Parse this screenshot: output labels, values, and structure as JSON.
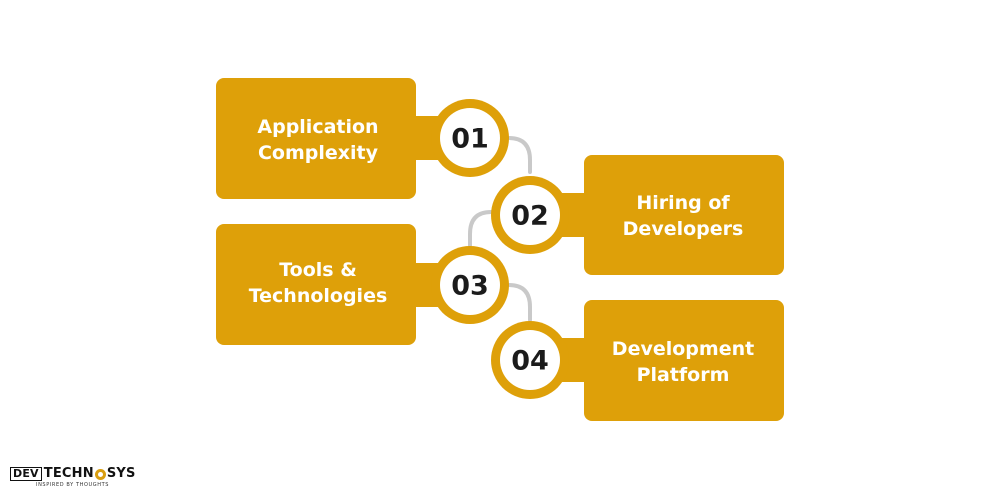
{
  "colors": {
    "accent": "#DEA009",
    "connector": "#C9C9C9",
    "number_text": "#1B1B1B",
    "label_text": "#FFFFFF"
  },
  "steps": [
    {
      "number": "01",
      "line1": "Application",
      "line2": "Complexity",
      "side": "left"
    },
    {
      "number": "02",
      "line1": "Hiring of",
      "line2": "Developers",
      "side": "right"
    },
    {
      "number": "03",
      "line1": "Tools &",
      "line2": "Technologies",
      "side": "left"
    },
    {
      "number": "04",
      "line1": "Development",
      "line2": "Platform",
      "side": "right"
    }
  ],
  "logo": {
    "prefix": "DEV",
    "part1": "TECHN",
    "part2": "SYS",
    "gear_icon": "gear-icon",
    "tagline": "INSPIRED BY THOUGHTS"
  }
}
